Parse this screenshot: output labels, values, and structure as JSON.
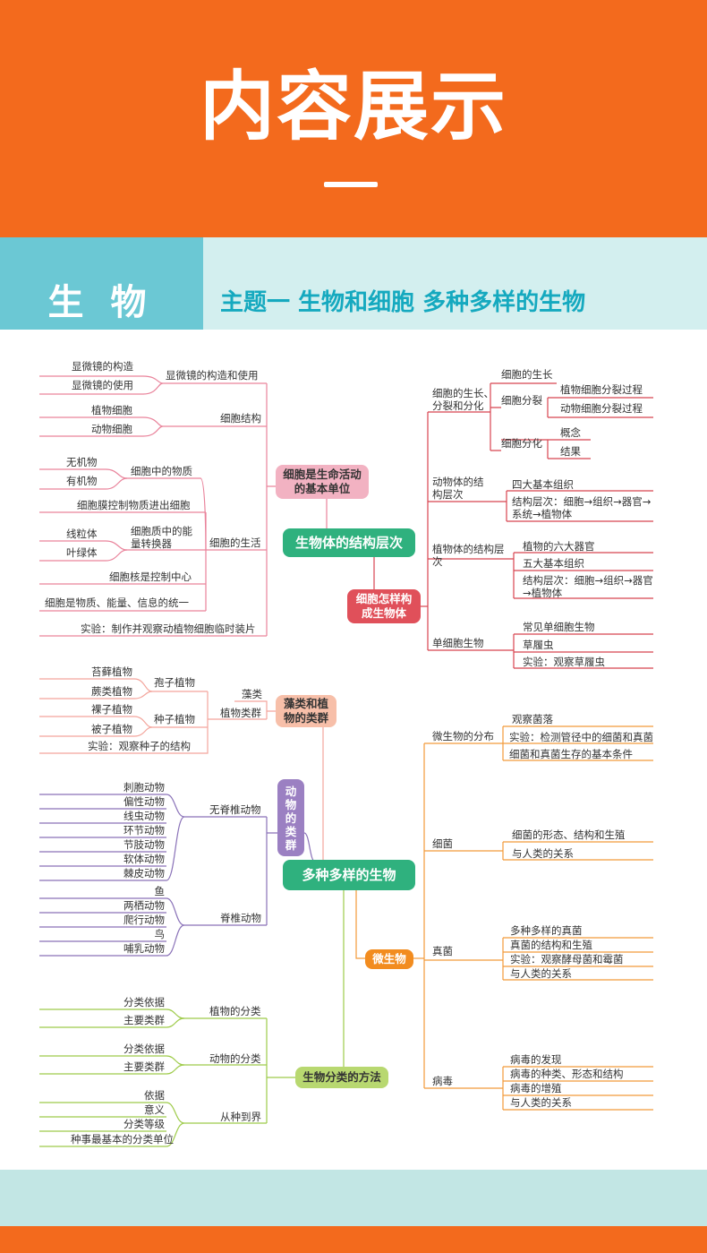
{
  "banner": {
    "title": "内容展示"
  },
  "subject": {
    "label": "生物",
    "topic": "主题一  生物和细胞  多种多样的生物"
  },
  "colors": {
    "orange": "#f36a1d",
    "teal": "#6bc8d4",
    "pink_line": "#e9839b",
    "red_line": "#d8444f",
    "purple_line": "#8a72b8",
    "orange_line": "#f29a3a",
    "lime_line": "#9ecb4a",
    "center_green": "#2fb17e"
  },
  "map1": {
    "center": "生物体的结构层次",
    "left_main": "细胞是生命活动的基本单位",
    "right_main": "细胞怎样构成生物体",
    "l_groups": {
      "microscope": "显微镜的构造和使用",
      "structure": "细胞结构",
      "life": "细胞的生活",
      "substance": "细胞中的物质",
      "energy": "细胞质中的能量转换器"
    },
    "l_leaves": {
      "m1": "显微镜的构造",
      "m2": "显微镜的使用",
      "s1": "植物细胞",
      "s2": "动物细胞",
      "c1": "无机物",
      "c2": "有机物",
      "membrane": "细胞膜控制物质进出细胞",
      "e1": "线粒体",
      "e2": "叶绿体",
      "nucleus": "细胞核是控制中心",
      "unity": "细胞是物质、能量、信息的统一",
      "experiment": "实验：制作并观察动植物细胞临时装片"
    },
    "r_groups": {
      "growth": "细胞的生长、分裂和分化",
      "animal": "动物体的结构层次",
      "plant": "植物体的结构层次",
      "single": "单细胞生物"
    },
    "r_leaves": {
      "g1": "细胞的生长",
      "g2": "细胞分裂",
      "g2a": "植物细胞分裂过程",
      "g2b": "动物细胞分裂过程",
      "g3": "细胞分化",
      "g3a": "概念",
      "g3b": "结果",
      "a1": "四大基本组织",
      "a2": "结构层次：细胞→组织→器官→系统→植物体",
      "p1": "植物的六大器官",
      "p2": "五大基本组织",
      "p3": "结构层次：细胞→组织→器官→植物体",
      "u1": "常见单细胞生物",
      "u2": "草履虫",
      "u3": "实验：观察草履虫"
    }
  },
  "map2": {
    "center": "多种多样的生物",
    "algae_node": "藻类和植物的类群",
    "animal_node": "动物的类群",
    "micro_node": "微生物",
    "classify_node": "生物分类的方法",
    "algae": {
      "g_algae": "藻类",
      "g_plant": "植物类群",
      "g_spore": "孢子植物",
      "g_seed": "种子植物",
      "l1": "苔藓植物",
      "l2": "蕨类植物",
      "l3": "裸子植物",
      "l4": "被子植物",
      "l5": "实验：观察种子的结构"
    },
    "animals": {
      "invert": "无脊椎动物",
      "vert": "脊椎动物",
      "i": [
        "刺胞动物",
        "偏性动物",
        "线虫动物",
        "环节动物",
        "节肢动物",
        "软体动物",
        "棘皮动物"
      ],
      "v": [
        "鱼",
        "两栖动物",
        "爬行动物",
        "鸟",
        "哺乳动物"
      ]
    },
    "micro": {
      "dist": "微生物的分布",
      "bacteria": "细菌",
      "fungi": "真菌",
      "virus": "病毒",
      "d": [
        "观察菌落",
        "实验：检测管径中的细菌和真菌",
        "细菌和真菌生存的基本条件"
      ],
      "b": [
        "细菌的形态、结构和生殖",
        "与人类的关系"
      ],
      "f": [
        "多种多样的真菌",
        "真菌的结构和生殖",
        "实验：观察酵母菌和霉菌",
        "与人类的关系"
      ],
      "v": [
        "病毒的发现",
        "病毒的种类、形态和结构",
        "病毒的增殖",
        "与人类的关系"
      ]
    },
    "classify": {
      "plant": "植物的分类",
      "animal": "动物的分类",
      "kingdom": "从种到界",
      "p": [
        "分类依据",
        "主要类群"
      ],
      "a": [
        "分类依据",
        "主要类群"
      ],
      "k": [
        "依据",
        "意义",
        "分类等级",
        "种事最基本的分类单位"
      ]
    }
  }
}
